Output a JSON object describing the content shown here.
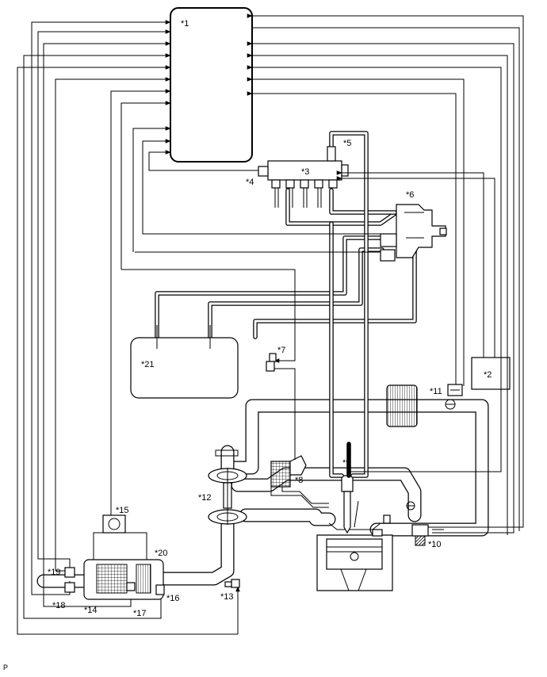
{
  "labels": {
    "l1": "*1",
    "l2": "*2",
    "l3": "*3",
    "l4": "*4",
    "l5": "*5",
    "l6": "*6",
    "l7": "*7",
    "l8": "*8",
    "l9": "*9",
    "l10": "*10",
    "l11": "*11",
    "l12": "*12",
    "l13": "*13",
    "l14": "*14",
    "l15": "*15",
    "l16": "*16",
    "l17": "*17",
    "l18": "*18",
    "l19": "*19",
    "l20": "*20",
    "l21": "*21"
  },
  "corner_mark": "P",
  "colors": {
    "line": "#000000",
    "background": "#ffffff"
  }
}
